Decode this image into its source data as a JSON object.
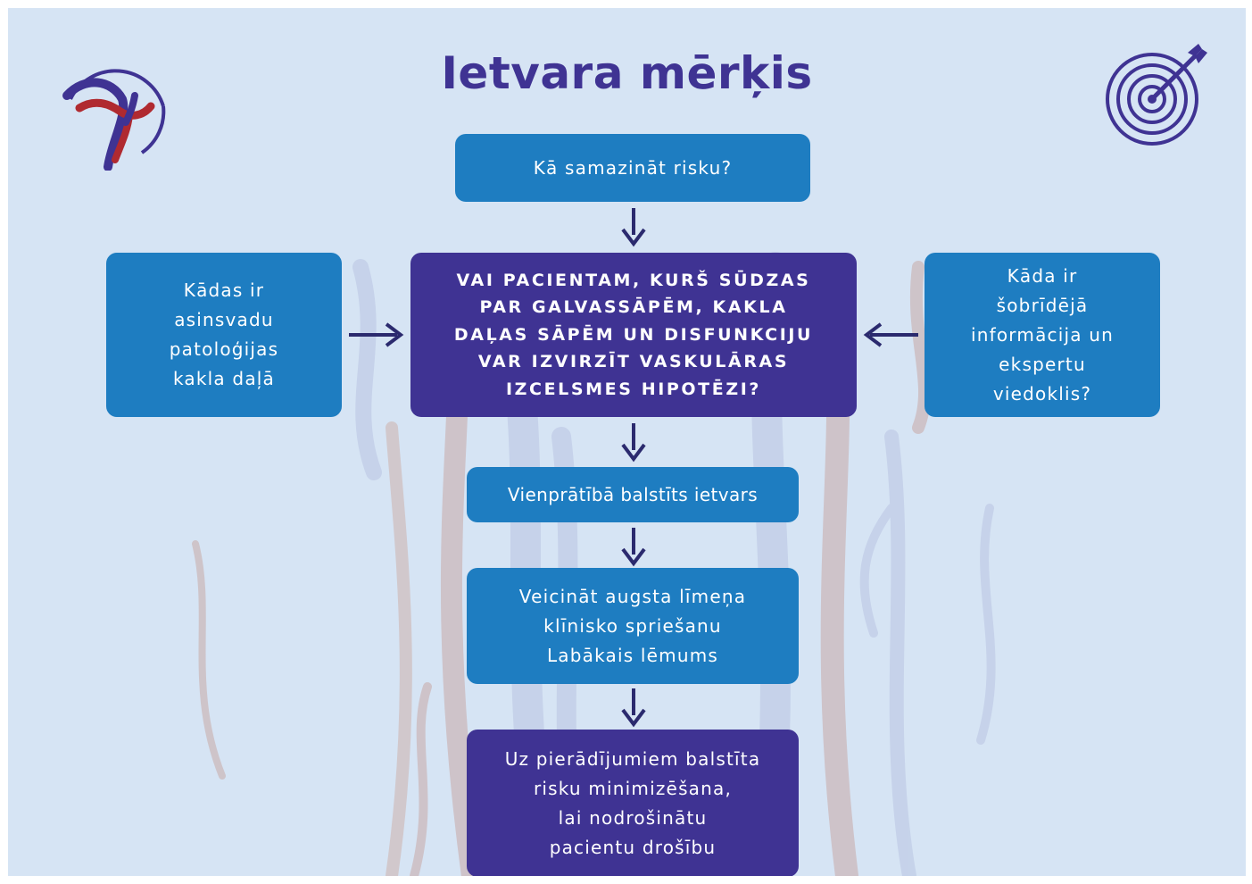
{
  "title": "Ietvara mērķis",
  "boxes": {
    "risk_question": "Kā samazināt risku?",
    "main_question": "VAI PACIENTAM, KURŠ SŪDZAS\nPAR GALVASSĀPĒM, KAKLA\nDAĻAS SĀPĒM UN DISFUNKCIJU\nVAR IZVIRZĪT VASKULĀRAS\nIZCELSMES HIPOTĒZI?",
    "left_question": "Kādas ir\nasinsvadu\npatoloģijas\nkakla daļā",
    "right_question": "Kāda ir\nšobrīdējā\ninformācija un\nekspertu\nviedoklis?",
    "consensus": "Vienprātībā balstīts ietvars",
    "reasoning": "Veicināt augsta līmeņa\nklīnisko spriešanu\nLabākais lēmums",
    "evidence": "Uz pierādījumiem balstīta\nrisku minimizēšana,\nlai nodrošinātu\npacientu drošību"
  },
  "colors": {
    "background": "#d6e4f4",
    "box_blue": "#1e7dc1",
    "box_purple": "#3f3393",
    "arrow": "#2b2a6e",
    "logo_red": "#b02a30"
  },
  "icons": {
    "logo": "stylized-neck-vessel-logo",
    "target": "target-with-arrow-icon"
  }
}
